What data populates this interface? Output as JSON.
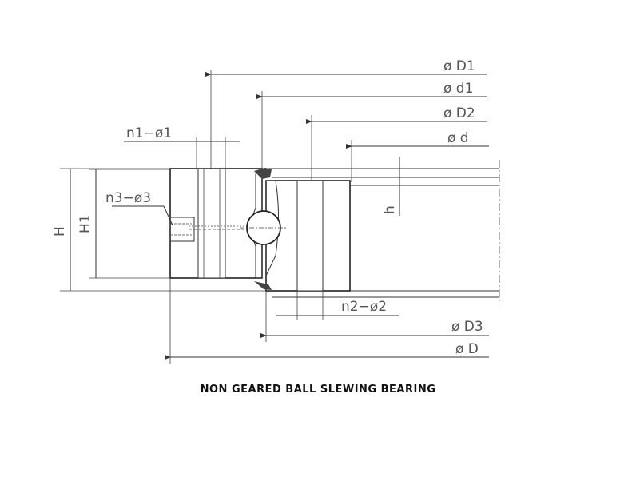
{
  "labels": {
    "D1": "ø D1",
    "d1": "ø d1",
    "D2": "ø D2",
    "d": "ø d",
    "D3": "ø D3",
    "D": "ø D",
    "n1": "n1−ø1",
    "n2": "n2−ø2",
    "n3": "n3−ø3",
    "H": "H",
    "H1": "H1",
    "h": "h"
  },
  "caption": "NON GEARED BALL SLEWING BEARING"
}
